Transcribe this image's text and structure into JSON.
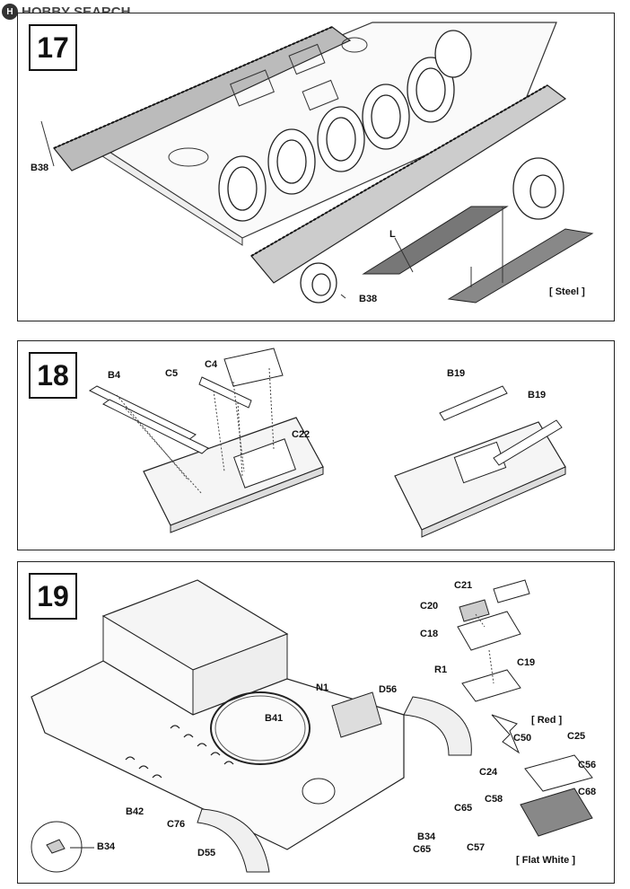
{
  "watermark": {
    "icon": "hobby-search-logo",
    "text": "HOBBY SEARCH"
  },
  "steps": [
    {
      "number": "17",
      "labels": {
        "b38_left": "B38",
        "b38_bottom": "B38",
        "l": "L",
        "steel": "[ Steel ]"
      }
    },
    {
      "number": "18",
      "labels": {
        "b4": "B4",
        "c5": "C5",
        "c4": "C4",
        "c22": "C22",
        "b19_a": "B19",
        "b19_b": "B19"
      }
    },
    {
      "number": "19",
      "labels": {
        "n1": "N1",
        "b41": "B41",
        "b42": "B42",
        "c76": "C76",
        "d55": "D55",
        "b34_circle": "B34",
        "b34": "B34",
        "c65_a": "C65",
        "c65_b": "C65",
        "d56": "D56",
        "c21": "C21",
        "c20": "C20",
        "c18": "C18",
        "r1": "R1",
        "c19": "C19",
        "red": "[ Red ]",
        "c50": "C50",
        "c25": "C25",
        "c24": "C24",
        "c56": "C56",
        "c58": "C58",
        "c68": "C68",
        "c57": "C57",
        "flat_white": "[ Flat White ]"
      }
    }
  ]
}
